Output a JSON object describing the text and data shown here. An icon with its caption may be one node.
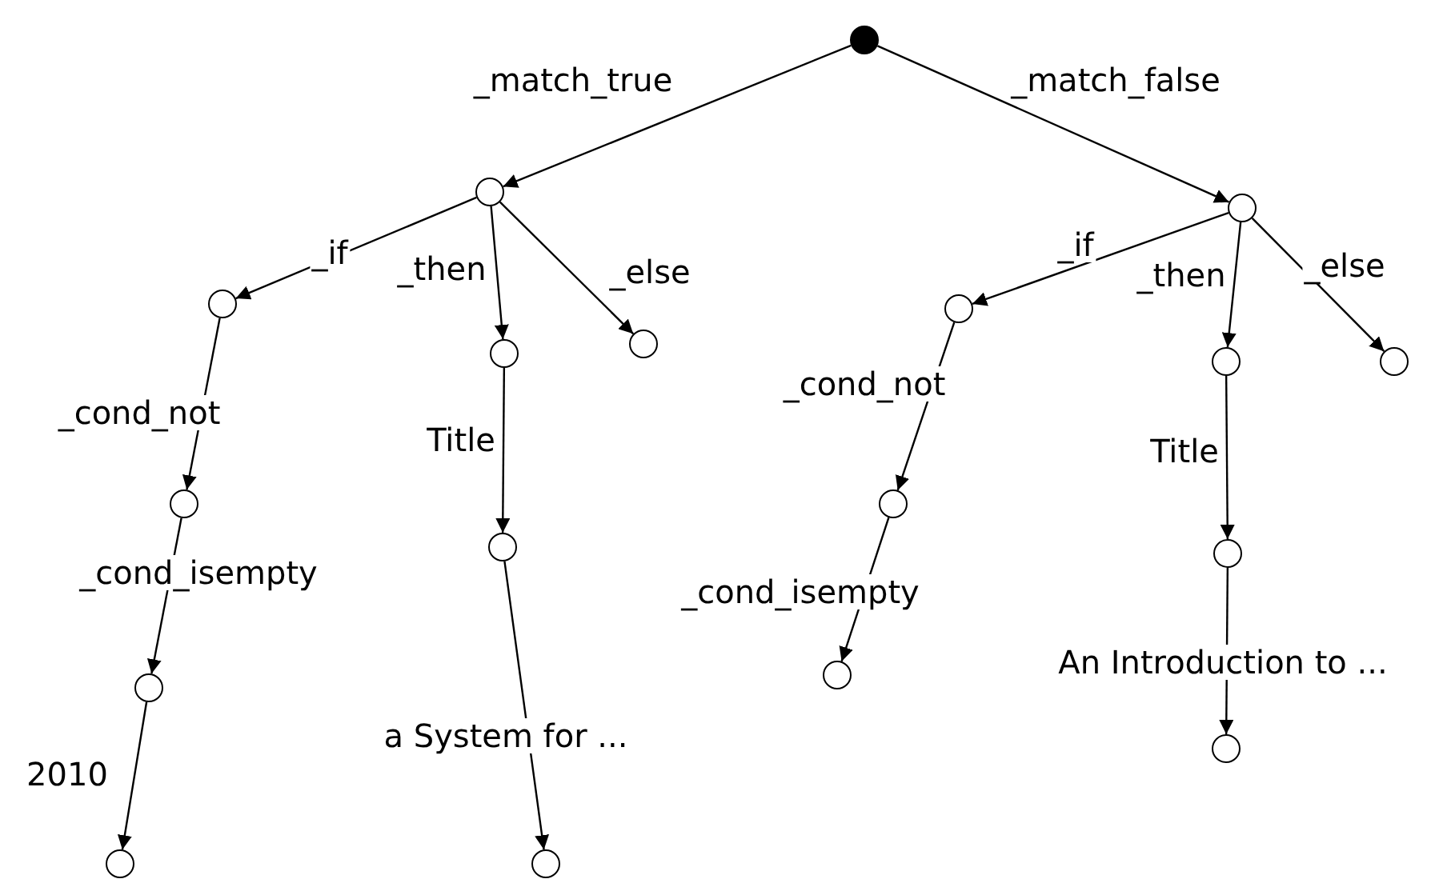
{
  "diagram": {
    "nodes": [
      {
        "text": [],
        "shape": "dot"
      },
      {
        "text": [],
        "shape": "circle"
      },
      {
        "text": [],
        "shape": "circle"
      },
      {
        "text": [],
        "shape": "circle"
      },
      {
        "text": [],
        "shape": "circle"
      },
      {
        "text": [],
        "shape": "circle"
      },
      {
        "text": [],
        "shape": "circle"
      },
      {
        "text": [],
        "shape": "circle"
      },
      {
        "text": [],
        "shape": "circle"
      },
      {
        "text": [],
        "shape": "circle"
      },
      {
        "text": [],
        "shape": "circle"
      },
      {
        "text": [],
        "shape": "circle"
      },
      {
        "text": [],
        "shape": "circle"
      },
      {
        "text": [],
        "shape": "circle"
      },
      {
        "text": [],
        "shape": "circle"
      },
      {
        "text": [],
        "shape": "circle"
      },
      {
        "text": [],
        "shape": "circle"
      },
      {
        "text": [],
        "shape": "circle"
      }
    ],
    "edges": [
      {
        "from": 0,
        "to": 1,
        "arrow": "to",
        "label": "_match_true"
      },
      {
        "from": 0,
        "to": 10,
        "arrow": "to",
        "label": "_match_false"
      },
      {
        "from": 1,
        "to": 2,
        "arrow": "to",
        "label": "_if"
      },
      {
        "from": 1,
        "to": 3,
        "arrow": "to",
        "label": "_then"
      },
      {
        "from": 1,
        "to": 4,
        "arrow": "to",
        "label": "_else"
      },
      {
        "from": 2,
        "to": 5,
        "arrow": "to",
        "label": "_cond_not"
      },
      {
        "from": 5,
        "to": 7,
        "arrow": "to",
        "label": "_cond_isempty"
      },
      {
        "from": 7,
        "to": 9,
        "arrow": "to",
        "label": "2010"
      },
      {
        "from": 3,
        "to": 6,
        "arrow": "to",
        "label": "Title"
      },
      {
        "from": 6,
        "to": 8,
        "arrow": "to",
        "label": "a System for ..."
      },
      {
        "from": 10,
        "to": 11,
        "arrow": "to",
        "label": "_if"
      },
      {
        "from": 10,
        "to": 12,
        "arrow": "to",
        "label": "_then"
      },
      {
        "from": 10,
        "to": 13,
        "arrow": "to",
        "label": "_else"
      },
      {
        "from": 11,
        "to": 14,
        "arrow": "to",
        "label": "_cond_not"
      },
      {
        "from": 14,
        "to": 16,
        "arrow": "to",
        "label": "_cond_isempty"
      },
      {
        "from": 12,
        "to": 15,
        "arrow": "to",
        "label": "Title"
      },
      {
        "from": 15,
        "to": 17,
        "arrow": "to",
        "label": "An Introduction to ..."
      }
    ]
  }
}
